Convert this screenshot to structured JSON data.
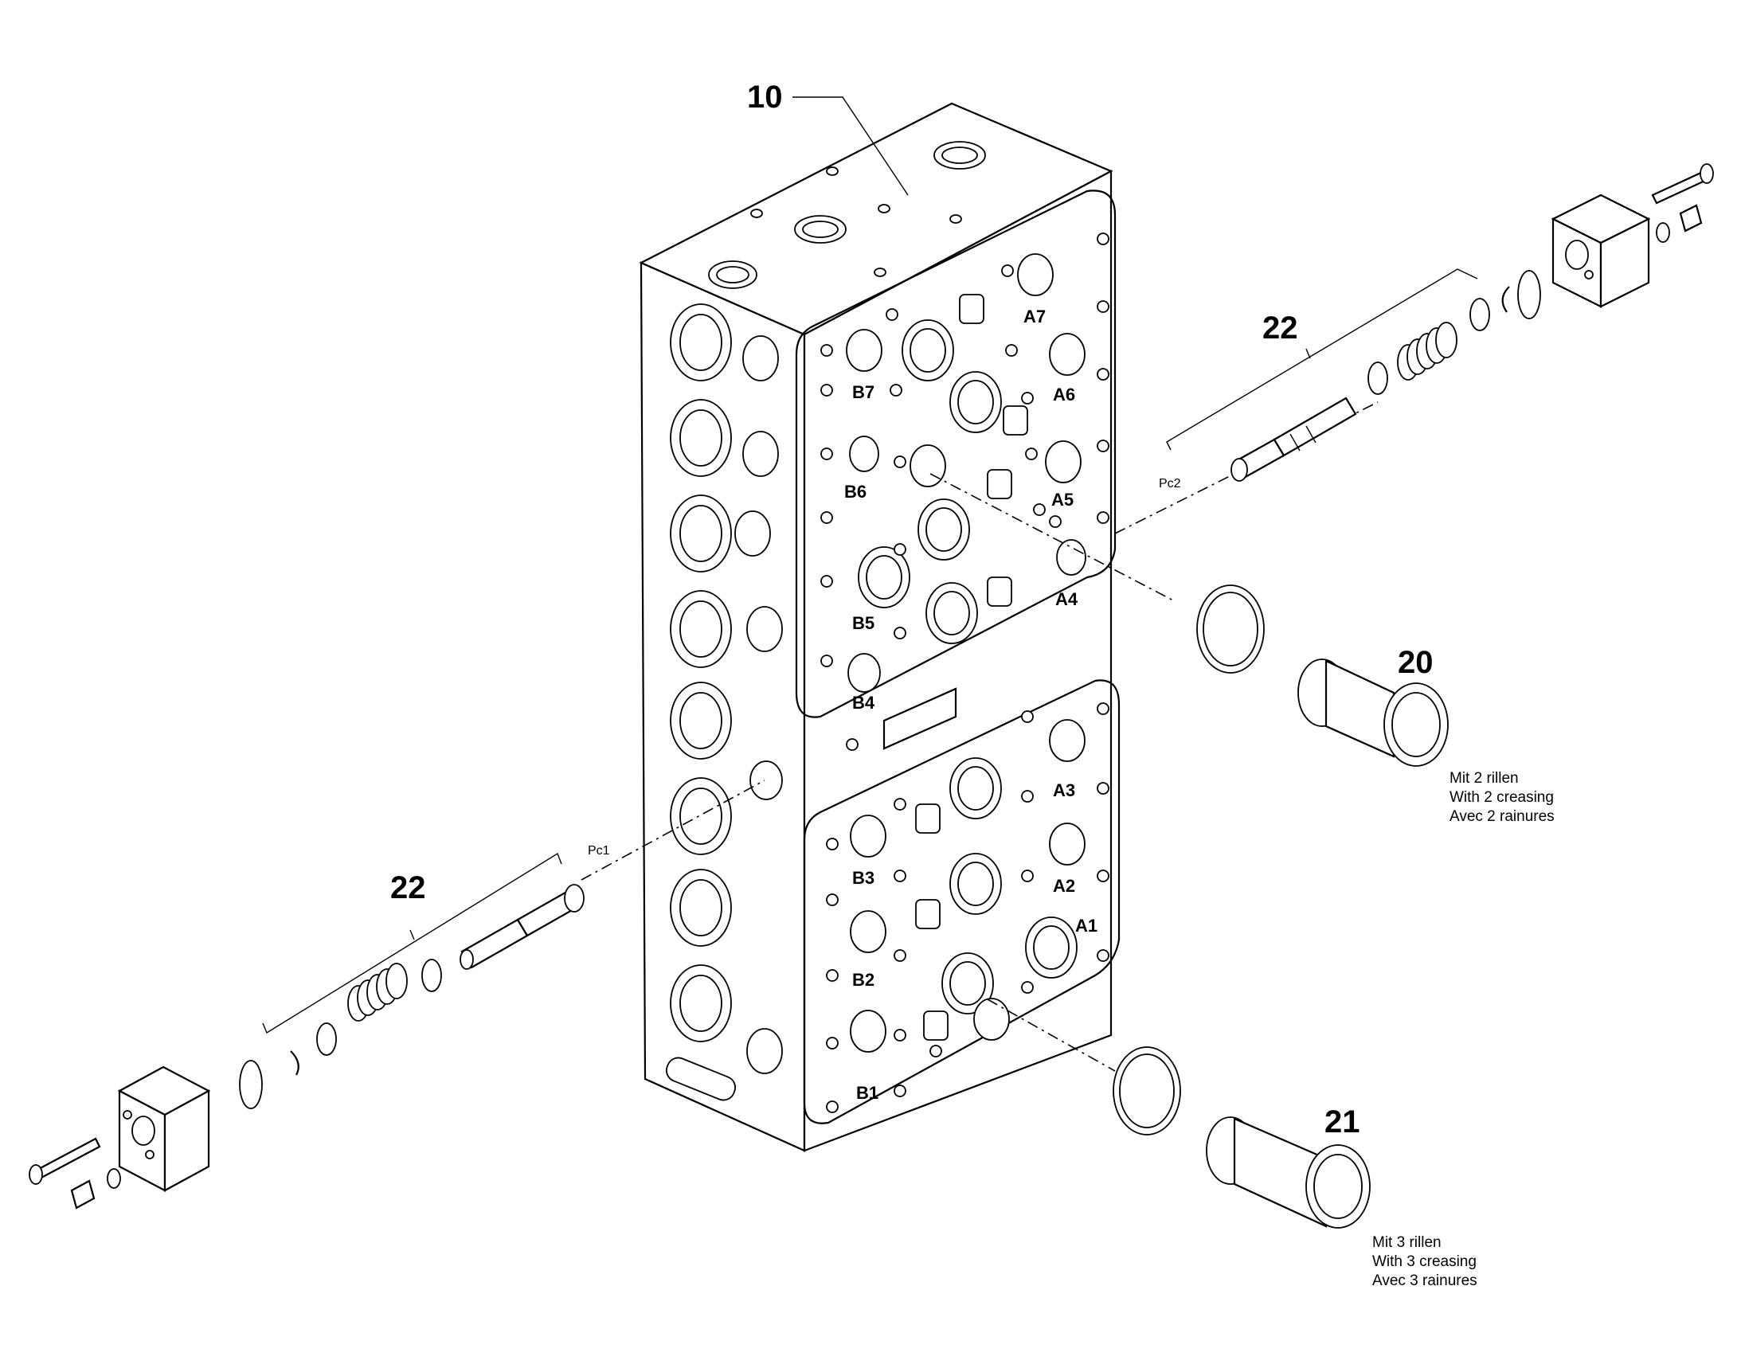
{
  "diagram": {
    "callouts": {
      "body": "10",
      "plug_two_grooves": "20",
      "plug_three_grooves": "21",
      "pilot_kit_upper": "22",
      "pilot_kit_lower": "22"
    },
    "pilot_ports": {
      "upper": "Pc2",
      "lower": "Pc1"
    },
    "port_labels": [
      "A1",
      "A2",
      "A3",
      "A4",
      "A5",
      "A6",
      "A7",
      "B1",
      "B2",
      "B3",
      "B4",
      "B5",
      "B6",
      "B7"
    ],
    "notes": {
      "plug_20": [
        "Mit 2 rillen",
        "With 2 creasing",
        "Avec 2 rainures"
      ],
      "plug_21": [
        "Mit 3 rillen",
        "With 3 creasing",
        "Avec 3 rainures"
      ]
    }
  }
}
